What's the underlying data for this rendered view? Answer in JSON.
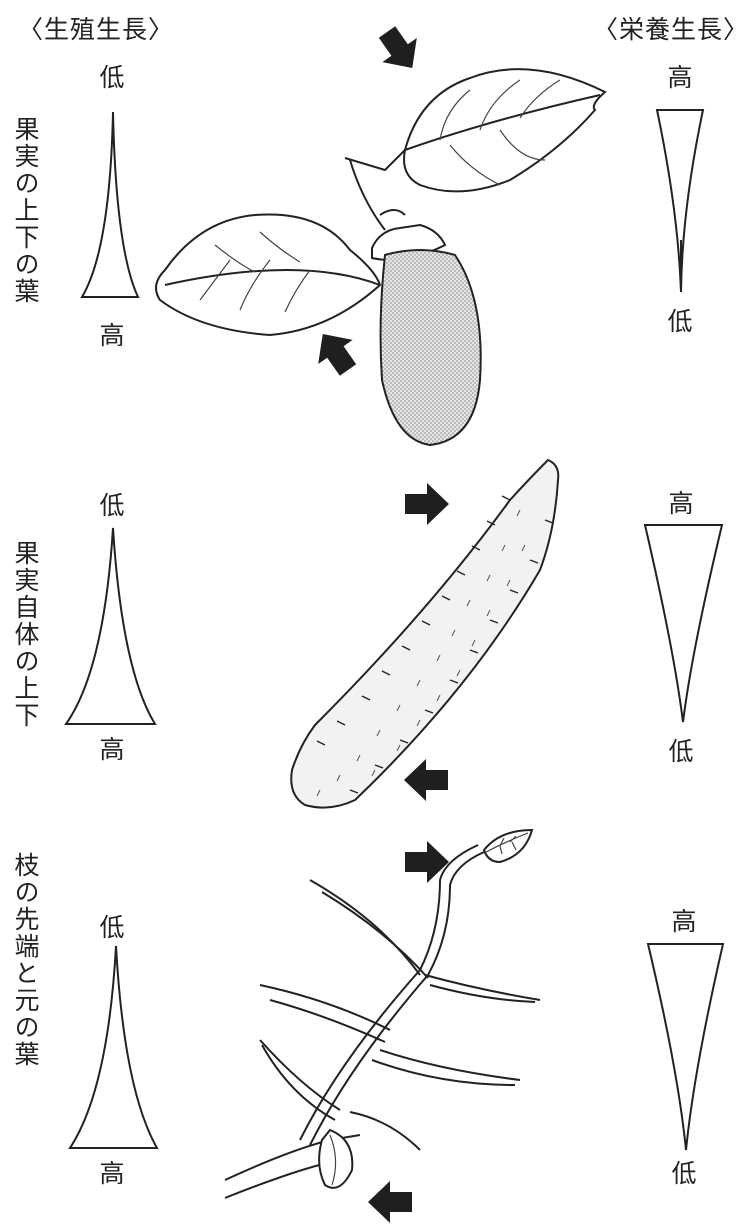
{
  "headers": {
    "left": "〈生殖生長〉",
    "right": "〈栄養生長〉"
  },
  "rows": [
    {
      "label": "果実の上下の葉",
      "left_top": "低",
      "left_bottom": "高",
      "right_top": "高",
      "right_bottom": "低",
      "picture": "eggplant-icon"
    },
    {
      "label": "果実自体の上下",
      "left_top": "低",
      "left_bottom": "高",
      "right_top": "高",
      "right_bottom": "低",
      "picture": "cucumber-icon"
    },
    {
      "label": "枝の先端と元の葉",
      "left_top": "低",
      "left_bottom": "高",
      "right_top": "高",
      "right_bottom": "低",
      "picture": "branch-icon"
    }
  ],
  "colors": {
    "ink": "#222222",
    "arrow": "#1f1f1f",
    "fruit_fill": "#d8d8d8",
    "cucumber_fill": "#eeeeee"
  }
}
